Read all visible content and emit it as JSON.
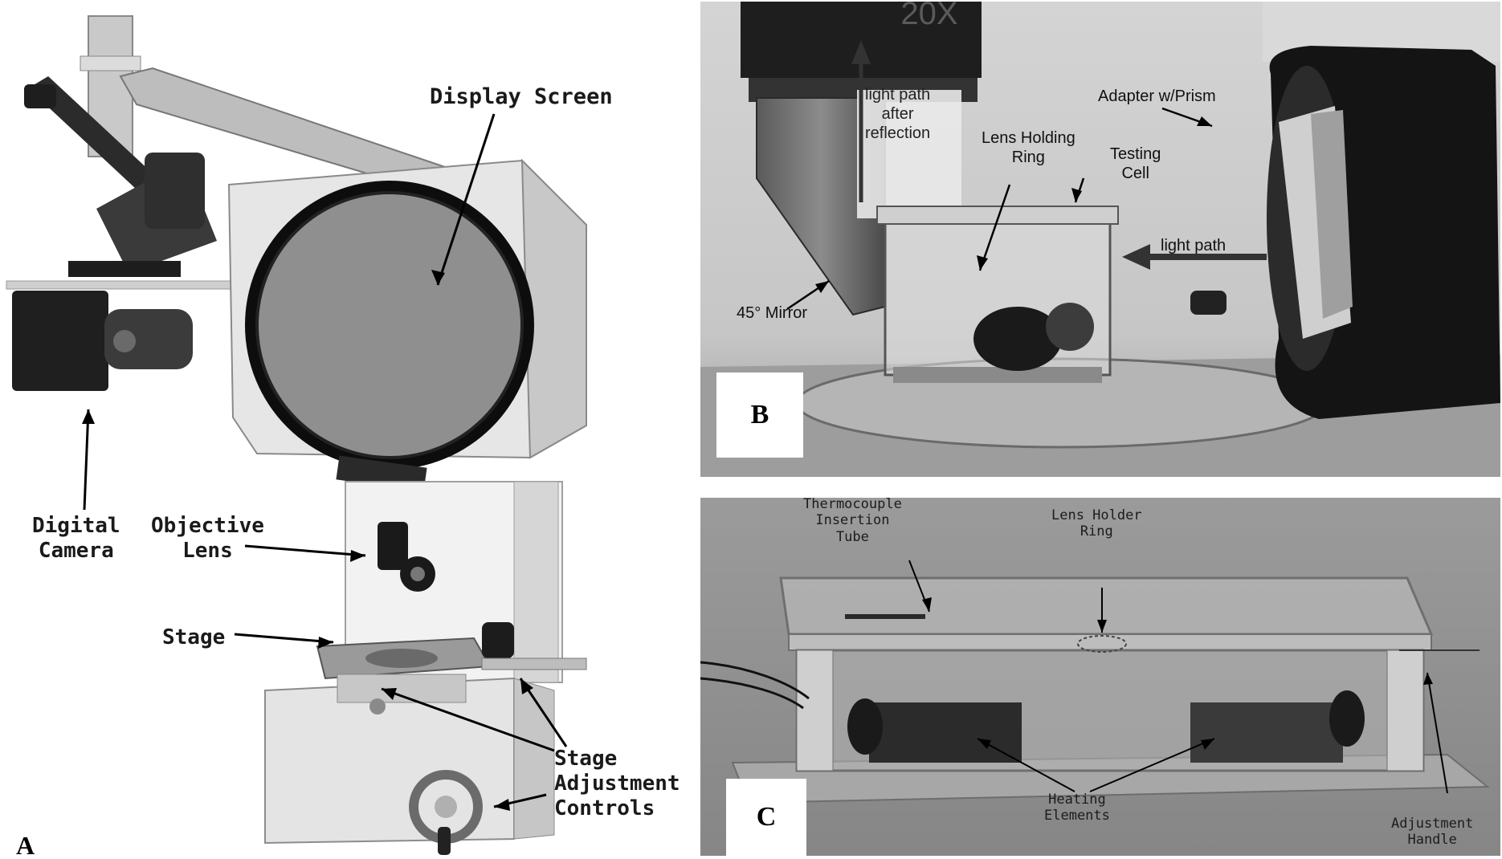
{
  "panel_a": {
    "letter": "A",
    "labels": {
      "display_screen": "Display Screen",
      "digital_camera": "Digital\nCamera",
      "objective_lens": "Objective\nLens",
      "stage": "Stage",
      "stage_adjustment_controls": "Stage\nAdjustment\nControls"
    }
  },
  "panel_b": {
    "letter": "B",
    "labels": {
      "objective_marking": "20X",
      "light_path_after_reflection": "light path\nafter\nreflection",
      "lens_holding_ring": "Lens Holding\nRing",
      "testing_cell": "Testing\nCell",
      "adapter_w_prism": "Adapter w/Prism",
      "light_path": "light path",
      "mirror_45": "45° Mirror"
    }
  },
  "panel_c": {
    "letter": "C",
    "labels": {
      "thermocouple_insertion_tube": "Thermocouple\nInsertion\nTube",
      "lens_holder_ring": "Lens Holder\nRing",
      "heating_elements": "Heating\nElements",
      "adjustment_handle": "Adjustment\nHandle"
    }
  }
}
